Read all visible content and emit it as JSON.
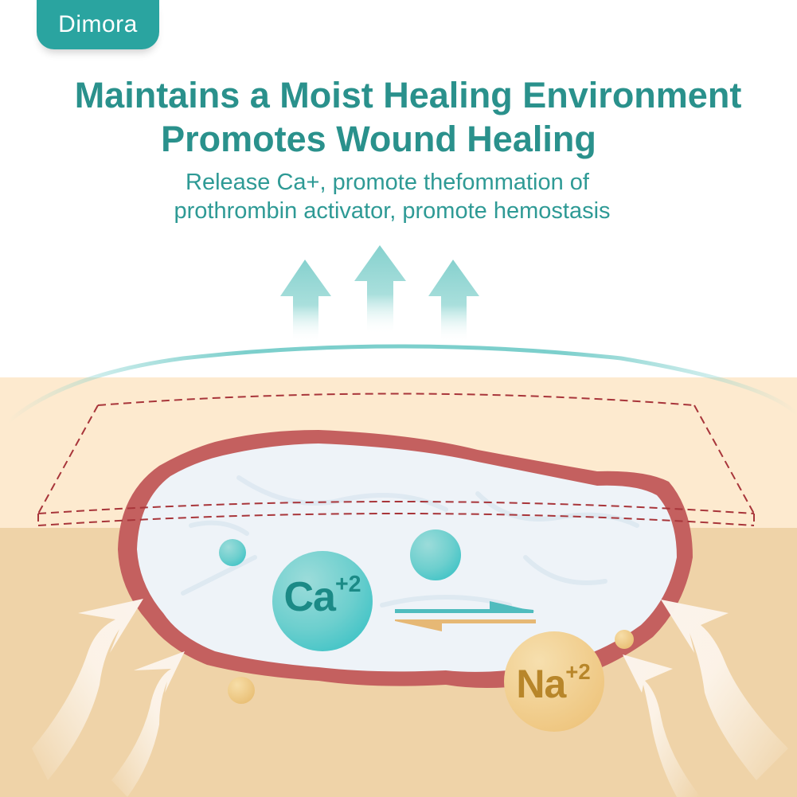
{
  "brand": {
    "name": "Dimora",
    "color": "#2aa4a0"
  },
  "headline": {
    "line1": "Maintains a Moist Healing Environment",
    "line2": "Promotes Wound Healing",
    "color": "#2a918c"
  },
  "subtitle": {
    "line1": "Release Ca+, promote thefommation of",
    "line2": "prothrombin activator, promote hemostasis",
    "color": "#2e9a95"
  },
  "diagram": {
    "upward_arrows": 3,
    "ions": {
      "calcium": {
        "symbol": "Ca",
        "charge": "+2",
        "color": "#4fc6c6"
      },
      "sodium": {
        "symbol": "Na",
        "charge": "+2",
        "color": "#f0cf8c"
      }
    },
    "exchange_arrows": [
      "teal-right-arrow",
      "gold-left-arrow"
    ],
    "colors": {
      "skin_top": "#fdeacf",
      "skin_bottom": "#efd3a8",
      "wound_rim": "#c4605f",
      "wound_bed": "#eef3f8",
      "dressing_outline": "#a8353a",
      "moisture_arc": "#7ccfcc"
    }
  }
}
